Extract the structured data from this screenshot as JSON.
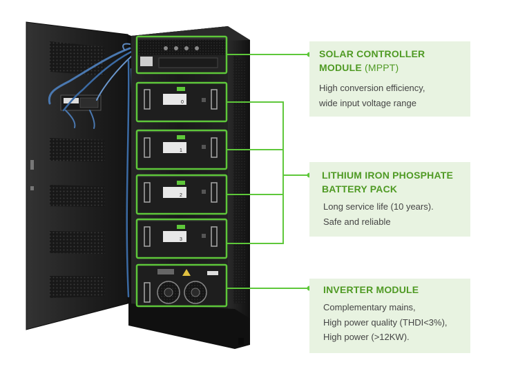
{
  "callouts": {
    "solar": {
      "title": "SOLAR CONTROLLER",
      "title2": "MODULE",
      "title_paren": "(MPPT)",
      "desc": [
        "High conversion efficiency,",
        "wide input voltage range"
      ]
    },
    "battery": {
      "title": "LITHIUM IRON PHOSPHATE",
      "title2": "BATTERY PACK",
      "desc": [
        "Long service life (10 years).",
        "Safe and reliable"
      ]
    },
    "inverter": {
      "title": "INVERTER MODULE",
      "desc": [
        "Complementary mains,",
        "High power quality (THDI<3%),",
        "High power (>12KW)."
      ]
    }
  },
  "battery_numbers": [
    "0",
    "1",
    "2",
    "3"
  ],
  "colors": {
    "accent": "#4f9a24",
    "highlight": "#5ec73a",
    "callout_bg": "#e8f3e1",
    "cabinet": "#1b1b1b"
  }
}
